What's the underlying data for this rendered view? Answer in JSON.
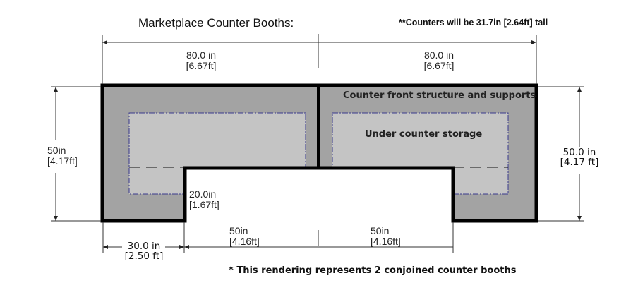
{
  "title": "Marketplace Counter Booths:",
  "height_note": "**Counters will be 31.7in [2.64ft] tall",
  "footnote": "* This rendering represents 2 conjoined counter booths",
  "labels": {
    "front_structure": "Counter front structure and supports",
    "storage": "Under counter storage"
  },
  "dimensions": {
    "top_left_in": "80.0 in",
    "top_left_ft": "[6.67ft]",
    "top_right_in": "80.0 in",
    "top_right_ft": "[6.67ft]",
    "left_height_in": "50in",
    "left_height_ft": "[4.17ft]",
    "right_height_in": "50.0 in",
    "right_height_ft": "[4.17 ft]",
    "notch_depth_in": "20.0in",
    "notch_depth_ft": "[1.67ft]",
    "bottom_leg_in": "30.0 in",
    "bottom_leg_ft": "[2.50 ft]",
    "bottom_mid_left_in": "50in",
    "bottom_mid_left_ft": "[4.16ft]",
    "bottom_mid_right_in": "50in",
    "bottom_mid_right_ft": "[4.16ft]"
  },
  "colors": {
    "structure": "#a3a3a3",
    "storage": "#c4c4c4",
    "storage_outline": "#3a3a8c",
    "outline": "#000000"
  }
}
